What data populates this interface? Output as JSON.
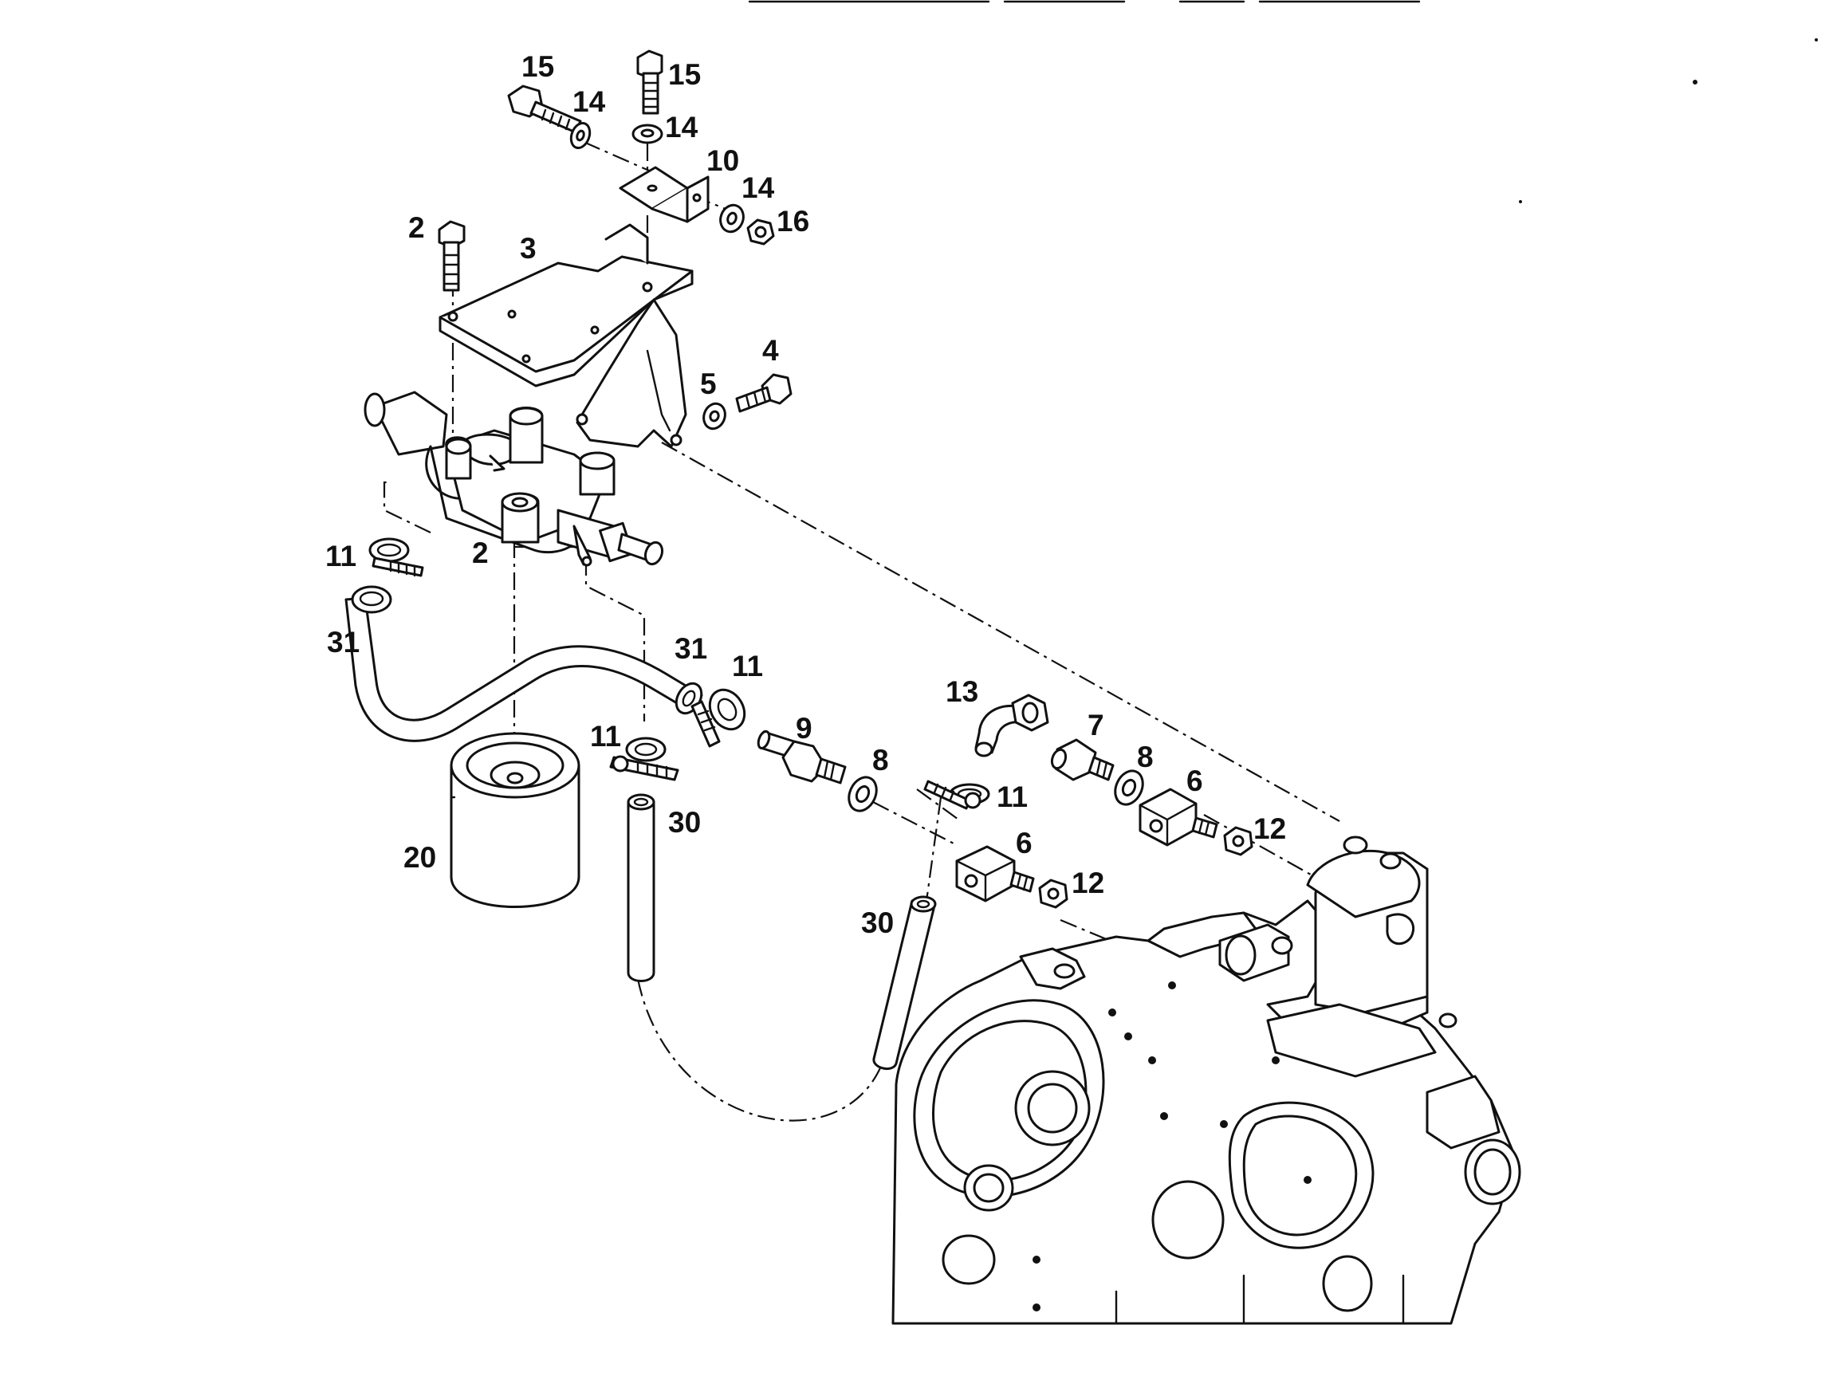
{
  "diagram": {
    "callouts": [
      "15",
      "14",
      "15",
      "14",
      "10",
      "14",
      "16",
      "2",
      "3",
      "4",
      "5",
      "11",
      "2",
      "31",
      "31",
      "11",
      "11",
      "9",
      "13",
      "7",
      "8",
      "6",
      "8",
      "11",
      "6",
      "12",
      "12",
      "20",
      "30",
      "30"
    ]
  }
}
